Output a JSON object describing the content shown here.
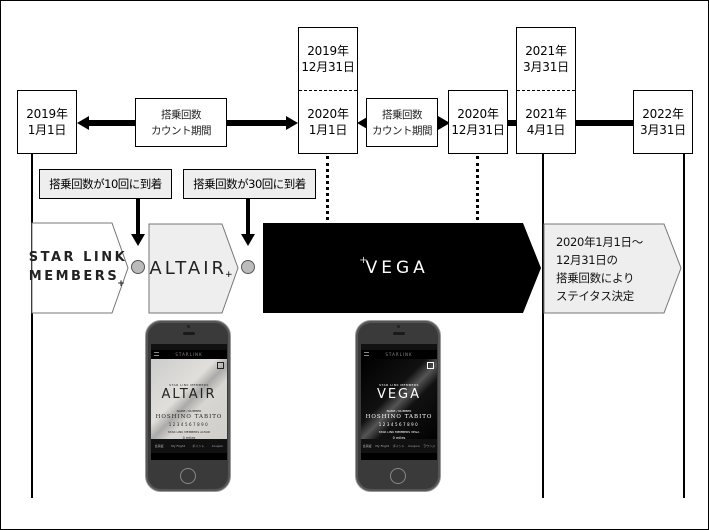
{
  "timeline": {
    "dates": [
      {
        "id": "2019-01-01",
        "lines": [
          "2019年",
          "1月1日"
        ]
      },
      {
        "id": "2019-12-31",
        "lines": [
          "2019年",
          "12月31日"
        ]
      },
      {
        "id": "2020-01-01",
        "lines": [
          "2020年",
          "1月1日"
        ]
      },
      {
        "id": "2020-12-31",
        "lines": [
          "2020年",
          "12月31日"
        ]
      },
      {
        "id": "2021-03-31",
        "lines": [
          "2021年",
          "3月31日"
        ]
      },
      {
        "id": "2021-04-01",
        "lines": [
          "2021年",
          "4月1日"
        ]
      },
      {
        "id": "2022-03-31",
        "lines": [
          "2022年",
          "3月31日"
        ]
      }
    ],
    "count_periods": [
      {
        "lines": [
          "搭乗回数",
          "カウント期間"
        ]
      },
      {
        "lines": [
          "搭乗回数",
          "カウント期間"
        ]
      }
    ]
  },
  "milestones": [
    {
      "label": "搭乗回数が10回に到着"
    },
    {
      "label": "搭乗回数が30回に到着"
    }
  ],
  "tiers": [
    {
      "name_lines": [
        "STAR LINK",
        "MEMBERS"
      ],
      "spark": "+",
      "fill": "#ffffff",
      "text_color": "#222222"
    },
    {
      "name": "ALTAIR",
      "spark": "+",
      "fill": "#eeeeee",
      "text_color": "#222222"
    },
    {
      "name": "VEGA",
      "spark": "+",
      "fill": "#000000",
      "text_color": "#ffffff"
    }
  ],
  "status_decision": {
    "lines": [
      "2020年1月1日〜",
      "12月31日の",
      "搭乗回数により",
      "ステイタス決定"
    ],
    "fill": "#eeeeee"
  },
  "phones": [
    {
      "header": "STARLINK",
      "card_sub": "STAR LINK MEMBERS",
      "card_tier": "ALTAIR",
      "name_label": "NAME / NUMBER",
      "member_name": "HOSHINO TABITO",
      "member_number": "1234567890",
      "member_tier": "STAR LINK MEMBERS ALTAIR",
      "miles": "0 miles",
      "tabs": [
        "会員証",
        "My Flight",
        "ポイント",
        "Coupon"
      ],
      "theme": "light"
    },
    {
      "header": "STARLINK",
      "card_sub": "STAR LINK MEMBERS",
      "card_tier": "VEGA",
      "name_label": "NAME / NUMBER",
      "member_name": "HOSHINO TABITO",
      "member_number": "1234567890",
      "member_tier": "STAR LINK MEMBERS VEGA",
      "miles": "0 miles",
      "tabs": [
        "会員証",
        "My Flight",
        "ポイント",
        "Coupon",
        "ラウンジ"
      ],
      "theme": "dark"
    }
  ]
}
